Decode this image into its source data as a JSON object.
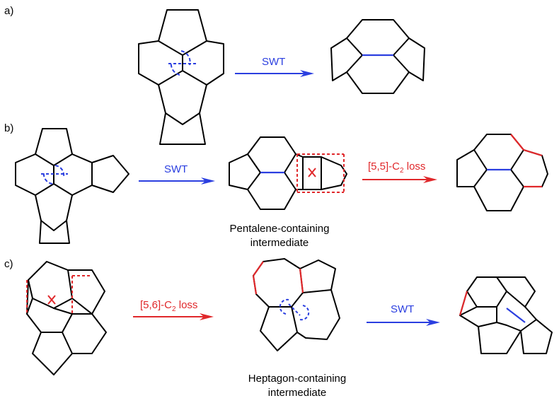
{
  "panels": [
    {
      "label": "a)",
      "arrow": {
        "text": "SWT",
        "color": "#2b3fe0"
      }
    },
    {
      "label": "b)",
      "arrows": [
        {
          "text": "SWT",
          "color": "#2b3fe0"
        },
        {
          "text_main": "[5,5]-C",
          "text_sub": "2",
          "text_tail": " loss",
          "color": "#e0282b"
        }
      ],
      "caption": [
        "Pentalene-containing",
        "intermediate"
      ]
    },
    {
      "label": "c)",
      "arrows": [
        {
          "text_main": "[5,6]-C",
          "text_sub": "2",
          "text_tail": " loss",
          "color": "#e0282b"
        },
        {
          "text": "SWT",
          "color": "#2b3fe0"
        }
      ],
      "caption": [
        "Heptagon-containing",
        "intermediate"
      ]
    }
  ],
  "colors": {
    "blue": "#2b3fe0",
    "red": "#e0282b",
    "bond": "#000000"
  }
}
